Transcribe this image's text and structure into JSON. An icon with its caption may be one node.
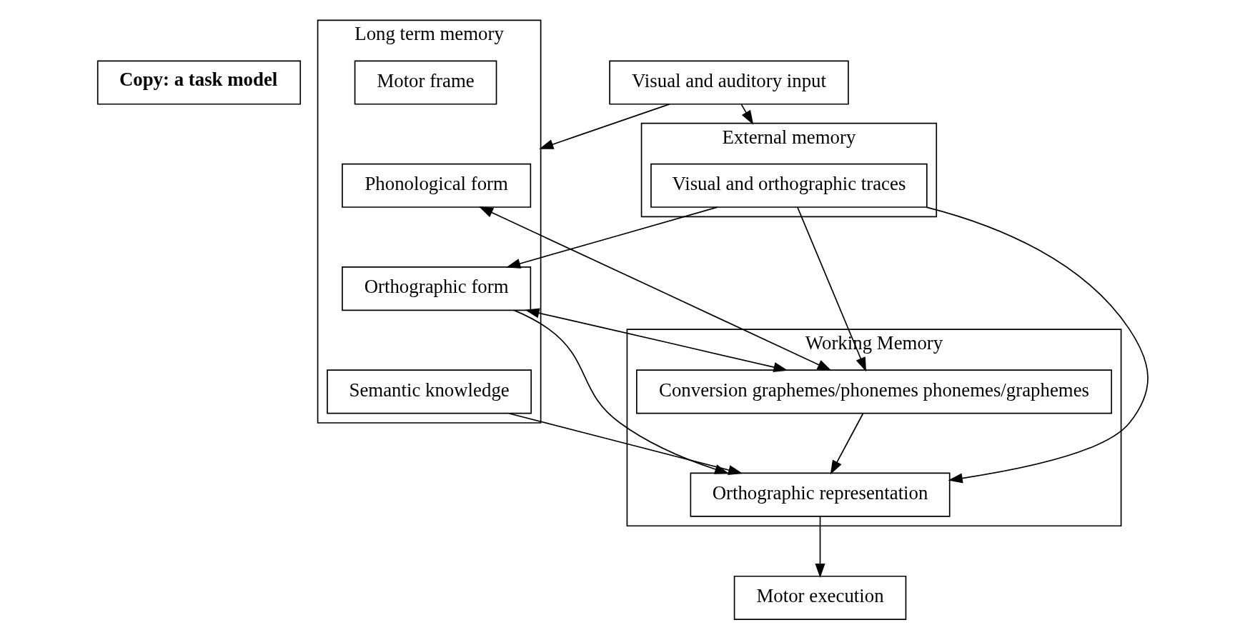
{
  "diagram": {
    "nodes": [
      {
        "text": [
          "Copy: a task model"
        ]
      },
      {
        "text": [
          "Visual and auditory input"
        ]
      },
      {
        "text": [
          "Long term memory"
        ]
      },
      {
        "text": [
          "Phonological form"
        ],
        "in": 2
      },
      {
        "text": [
          "Orthographic form"
        ],
        "in": 2
      },
      {
        "text": [
          "Semantic knowledge"
        ],
        "in": 2
      },
      {
        "text": [
          "Motor frame"
        ],
        "in": 2
      },
      {
        "text": [
          "External memory"
        ]
      },
      {
        "text": [
          "Visual and orthographic traces"
        ],
        "in": 7
      },
      {
        "text": [
          "Working Memory"
        ]
      },
      {
        "text": [
          "Conversion graphemes/phonemes phonemes/graphemes"
        ],
        "in": 9
      },
      {
        "text": [
          "Orthographic representation"
        ],
        "in": 9
      },
      {
        "text": [
          "Motor execution"
        ]
      }
    ],
    "edges": [
      {
        "from": 1,
        "to": 2,
        "arrow": "to"
      },
      {
        "from": 1,
        "to": 7,
        "arrow": "to"
      },
      {
        "from": 8,
        "to": 4,
        "arrow": "to"
      },
      {
        "from": 3,
        "to": 10,
        "arrow": "both"
      },
      {
        "from": 4,
        "to": 10,
        "arrow": "both"
      },
      {
        "from": 4,
        "to": 11,
        "arrow": "to"
      },
      {
        "from": 5,
        "to": 11,
        "arrow": "to"
      },
      {
        "from": 8,
        "to": 10,
        "arrow": "to"
      },
      {
        "from": 8,
        "to": 11,
        "arrow": "to"
      },
      {
        "from": 10,
        "to": 11,
        "arrow": "to"
      },
      {
        "from": 11,
        "to": 12,
        "arrow": "to"
      }
    ]
  }
}
